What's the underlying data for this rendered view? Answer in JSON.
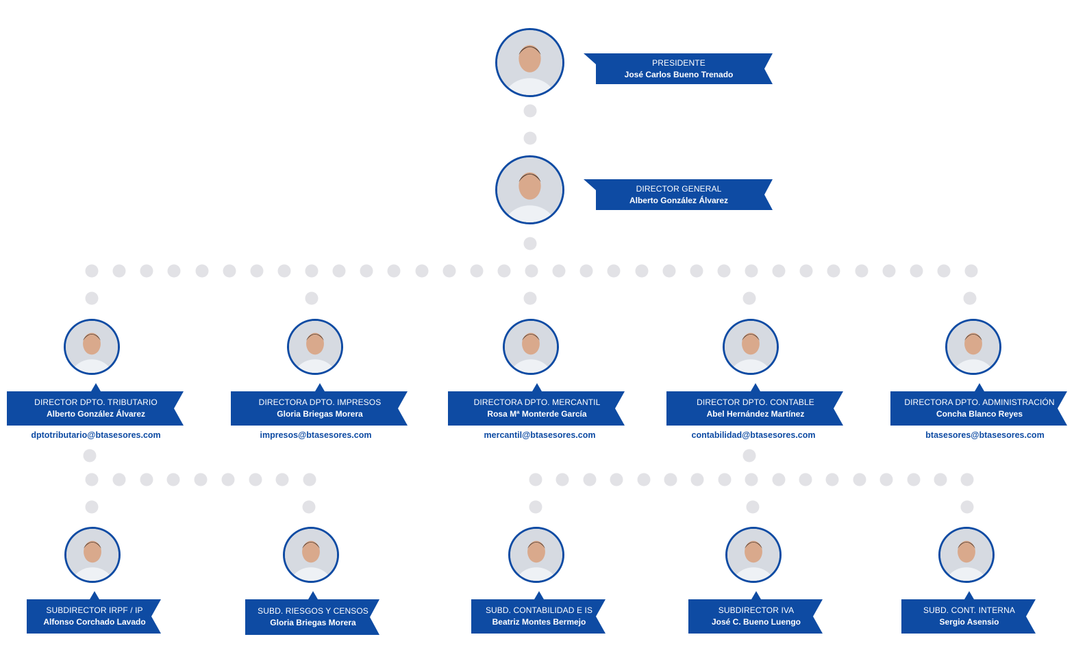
{
  "top": [
    {
      "role": "PRESIDENTE",
      "name": "José Carlos Bueno Trenado"
    },
    {
      "role": "DIRECTOR GENERAL",
      "name": "Alberto González Álvarez"
    }
  ],
  "directors": [
    {
      "role": "DIRECTOR DPTO. TRIBUTARIO",
      "name": "Alberto González Álvarez",
      "email": "dptotributario@btasesores.com"
    },
    {
      "role": "DIRECTORA  DPTO. IMPRESOS",
      "name": "Gloria Briegas Morera",
      "email": "impresos@btasesores.com"
    },
    {
      "role": "DIRECTORA DPTO. MERCANTIL",
      "name": "Rosa Mª Monterde García",
      "email": "mercantil@btasesores.com"
    },
    {
      "role": "DIRECTOR DPTO. CONTABLE",
      "name": "Abel Hernández Martínez",
      "email": "contabilidad@btasesores.com"
    },
    {
      "role": "DIRECTORA  DPTO. ADMINISTRACIÓN",
      "name": "Concha Blanco Reyes",
      "email": "btasesores@btasesores.com"
    }
  ],
  "subdirectors": [
    {
      "role": "SUBDIRECTOR IRPF / IP",
      "name": "Alfonso Corchado Lavado"
    },
    {
      "role": "SUBD. RIESGOS Y CENSOS",
      "name": "Gloria Briegas Morera"
    },
    {
      "role": "SUBD. CONTABILIDAD E IS",
      "name": "Beatriz Montes Bermejo"
    },
    {
      "role": "SUBDIRECTOR IVA",
      "name": "José C. Bueno Luengo"
    },
    {
      "role": "SUBD. CONT. INTERNA",
      "name": "Sergio Asensio"
    }
  ],
  "colors": {
    "badge": "#0e4ba3",
    "dot": "#e2e2e6",
    "email": "#0e4ba3"
  },
  "icons": {
    "avatar": "person-photo-icon"
  }
}
